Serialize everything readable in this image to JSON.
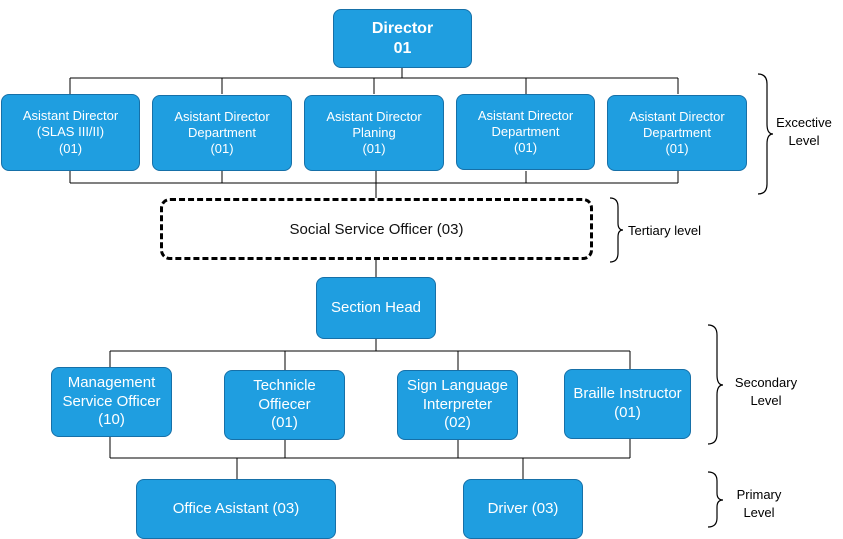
{
  "colors": {
    "box_fill": "#1f9ee0",
    "box_border": "#1670a8",
    "line": "#000000"
  },
  "director": {
    "line1": "Director",
    "line2": "01"
  },
  "executive": [
    {
      "line1": "Asistant Director",
      "line2": "(SLAS III/II)",
      "line3": "(01)"
    },
    {
      "line1": "Asistant Director",
      "line2": "Department",
      "line3": "(01)"
    },
    {
      "line1": "Asistant Director",
      "line2": "Planing",
      "line3": "(01)"
    },
    {
      "line1": "Asistant Director",
      "line2": "Department",
      "line3": "(01)"
    },
    {
      "line1": "Asistant Director",
      "line2": "Department",
      "line3": "(01)"
    }
  ],
  "social_service_officer": "Social Service Officer (03)",
  "section_head": "Section Head",
  "secondary": [
    {
      "line1": "Management",
      "line2": "Service Officer",
      "line3": "(10)"
    },
    {
      "line1": "Technicle",
      "line2": "Offiecer",
      "line3": "(01)"
    },
    {
      "line1": "Sign Language",
      "line2": "Interpreter",
      "line3": "(02)"
    },
    {
      "line1": "Braille Instructor",
      "line2": "(01)"
    }
  ],
  "primary": [
    {
      "label": "Office Asistant (03)"
    },
    {
      "label": "Driver (03)"
    }
  ],
  "levels": {
    "executive": {
      "line1": "Excective",
      "line2": "Level"
    },
    "tertiary": {
      "line1": "Tertiary level"
    },
    "secondary": {
      "line1": "Secondary",
      "line2": "Level"
    },
    "primary": {
      "line1": "Primary",
      "line2": "Level"
    }
  }
}
